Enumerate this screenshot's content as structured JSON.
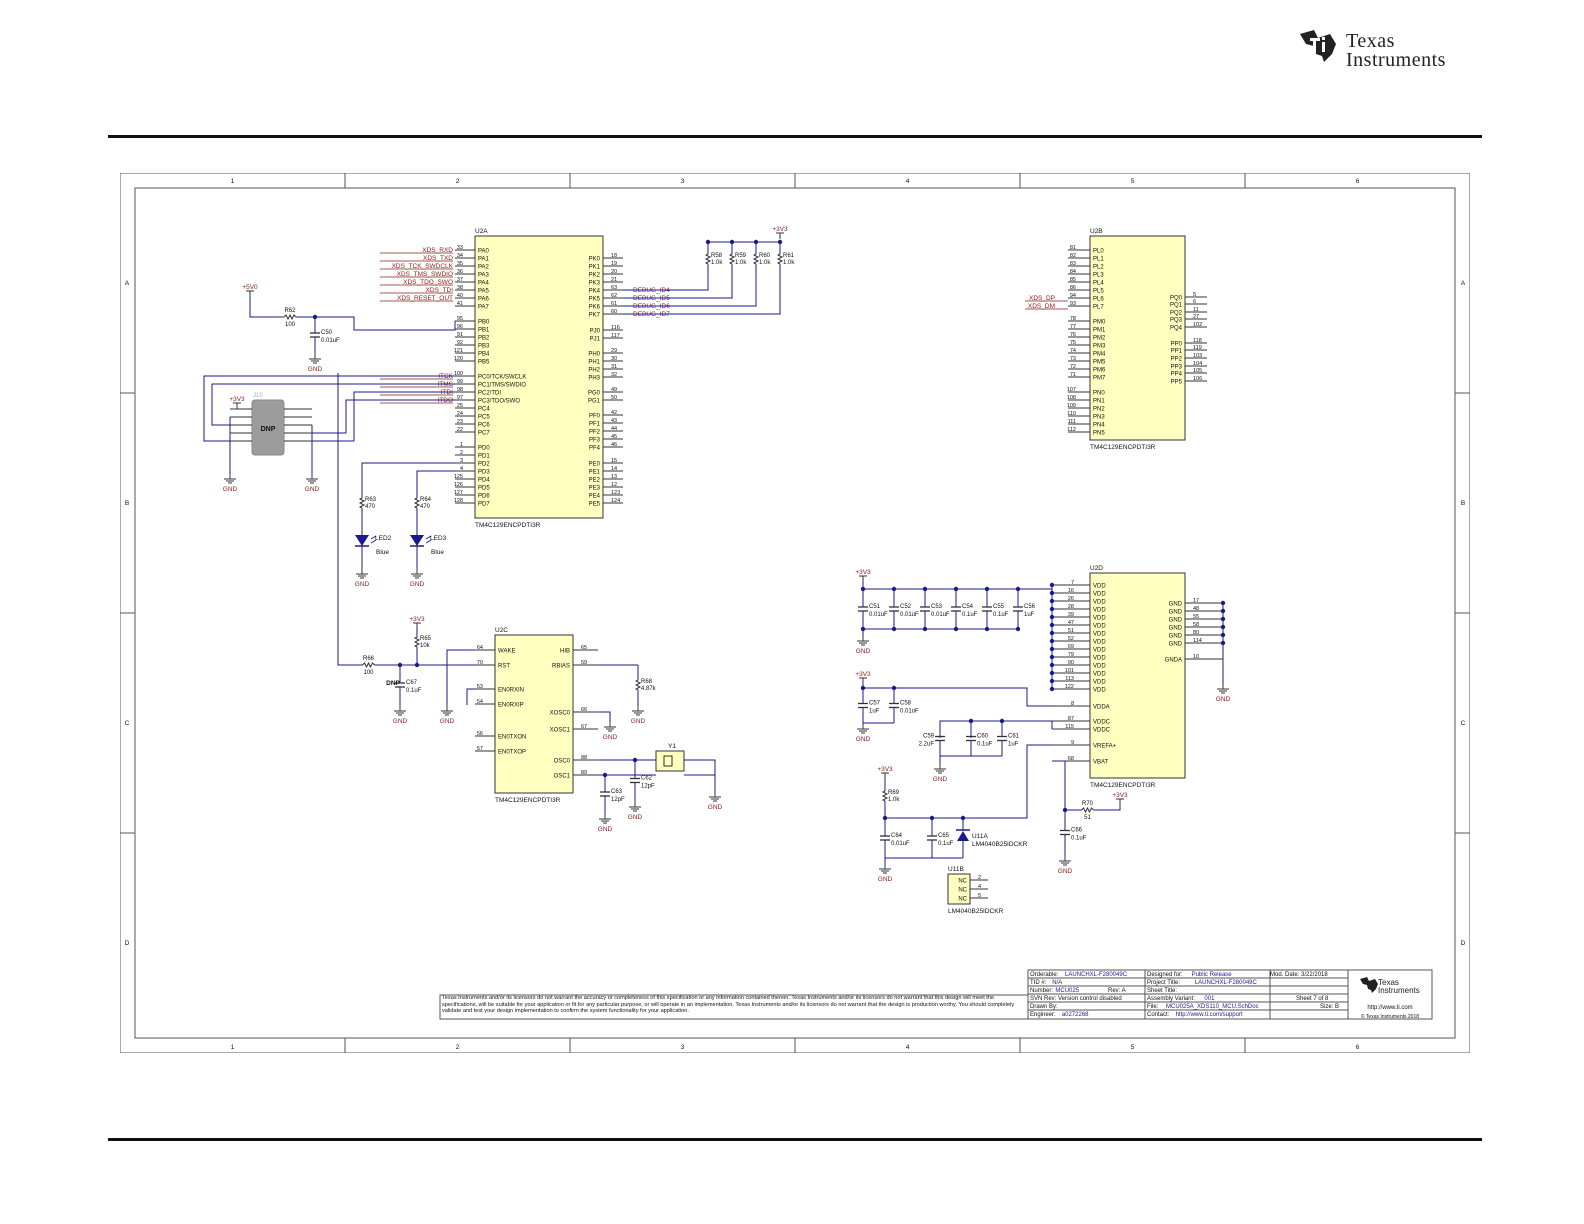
{
  "logo": {
    "line1": "Texas",
    "line2": "Instruments"
  },
  "grid": {
    "cols": [
      "1",
      "2",
      "3",
      "4",
      "5",
      "6"
    ],
    "rows": [
      "A",
      "B",
      "C",
      "D"
    ]
  },
  "u2a": {
    "ref": "U2A",
    "part": "TM4C129ENCPDTI3R",
    "left_pins": [
      {
        "num": "33",
        "name": "PA0",
        "net": "XDS_RXD"
      },
      {
        "num": "34",
        "name": "PA1",
        "net": "XDS_TXD"
      },
      {
        "num": "35",
        "name": "PA2",
        "net": "XDS_TCK_SWDCLK"
      },
      {
        "num": "36",
        "name": "PA3",
        "net": "XDS_TMS_SWDIO"
      },
      {
        "num": "37",
        "name": "PA4",
        "net": "XDS_TDO_SWO"
      },
      {
        "num": "38",
        "name": "PA5",
        "net": "XDS_TDI"
      },
      {
        "num": "40",
        "name": "PA6",
        "net": "XDS_RESET_OUT"
      },
      {
        "num": "41",
        "name": "PA7",
        "net": ""
      },
      {
        "num": "95",
        "name": "PB0",
        "net": ""
      },
      {
        "num": "96",
        "name": "PB1",
        "net": ""
      },
      {
        "num": "91",
        "name": "PB2",
        "net": ""
      },
      {
        "num": "92",
        "name": "PB3",
        "net": ""
      },
      {
        "num": "121",
        "name": "PB4",
        "net": ""
      },
      {
        "num": "120",
        "name": "PB5",
        "net": ""
      },
      {
        "num": "100",
        "name": "PC0/TCK/SWCLK",
        "net": "ITCK"
      },
      {
        "num": "99",
        "name": "PC1/TMS/SWDIO",
        "net": "ITMS"
      },
      {
        "num": "98",
        "name": "PC2/TDI",
        "net": "ITDI"
      },
      {
        "num": "97",
        "name": "PC3/TDO/SWO",
        "net": "ITDO"
      },
      {
        "num": "25",
        "name": "PC4",
        "net": ""
      },
      {
        "num": "24",
        "name": "PC5",
        "net": ""
      },
      {
        "num": "23",
        "name": "PC6",
        "net": ""
      },
      {
        "num": "22",
        "name": "PC7",
        "net": ""
      },
      {
        "num": "1",
        "name": "PD0",
        "net": ""
      },
      {
        "num": "2",
        "name": "PD1",
        "net": ""
      },
      {
        "num": "3",
        "name": "PD2",
        "net": ""
      },
      {
        "num": "4",
        "name": "PD3",
        "net": ""
      },
      {
        "num": "125",
        "name": "PD4",
        "net": ""
      },
      {
        "num": "126",
        "name": "PD5",
        "net": ""
      },
      {
        "num": "127",
        "name": "PD6",
        "net": ""
      },
      {
        "num": "128",
        "name": "PD7",
        "net": ""
      }
    ],
    "right_pins": [
      {
        "num": "18",
        "name": "PK0",
        "net": ""
      },
      {
        "num": "19",
        "name": "PK1",
        "net": ""
      },
      {
        "num": "20",
        "name": "PK2",
        "net": ""
      },
      {
        "num": "21",
        "name": "PK3",
        "net": ""
      },
      {
        "num": "63",
        "name": "PK4",
        "net": "DEBUG_ID4"
      },
      {
        "num": "62",
        "name": "PK5",
        "net": "DEBUG_ID5"
      },
      {
        "num": "61",
        "name": "PK6",
        "net": "DEBUG_ID6"
      },
      {
        "num": "60",
        "name": "PK7",
        "net": "DEBUG_ID7"
      },
      {
        "num": "116",
        "name": "PJ0",
        "net": ""
      },
      {
        "num": "117",
        "name": "PJ1",
        "net": ""
      },
      {
        "num": "29",
        "name": "PH0",
        "net": ""
      },
      {
        "num": "30",
        "name": "PH1",
        "net": ""
      },
      {
        "num": "31",
        "name": "PH2",
        "net": ""
      },
      {
        "num": "32",
        "name": "PH3",
        "net": ""
      },
      {
        "num": "49",
        "name": "PG0",
        "net": ""
      },
      {
        "num": "50",
        "name": "PG1",
        "net": ""
      },
      {
        "num": "42",
        "name": "PF0",
        "net": ""
      },
      {
        "num": "43",
        "name": "PF1",
        "net": ""
      },
      {
        "num": "44",
        "name": "PF2",
        "net": ""
      },
      {
        "num": "45",
        "name": "PF3",
        "net": ""
      },
      {
        "num": "46",
        "name": "PF4",
        "net": ""
      },
      {
        "num": "15",
        "name": "PE0",
        "net": ""
      },
      {
        "num": "14",
        "name": "PE1",
        "net": ""
      },
      {
        "num": "13",
        "name": "PE2",
        "net": ""
      },
      {
        "num": "12",
        "name": "PE3",
        "net": ""
      },
      {
        "num": "123",
        "name": "PE4",
        "net": ""
      },
      {
        "num": "124",
        "name": "PE5",
        "net": ""
      }
    ]
  },
  "u2b": {
    "ref": "U2B",
    "part": "TM4C129ENCPDTI3R",
    "left_pins": [
      {
        "num": "81",
        "name": "PL0",
        "net": ""
      },
      {
        "num": "82",
        "name": "PL1",
        "net": ""
      },
      {
        "num": "83",
        "name": "PL2",
        "net": ""
      },
      {
        "num": "84",
        "name": "PL3",
        "net": ""
      },
      {
        "num": "85",
        "name": "PL4",
        "net": ""
      },
      {
        "num": "86",
        "name": "PL5",
        "net": ""
      },
      {
        "num": "94",
        "name": "PL6",
        "net": "XDS_DP"
      },
      {
        "num": "93",
        "name": "PL7",
        "net": "XDS_DM"
      },
      {
        "num": "78",
        "name": "PM0",
        "net": ""
      },
      {
        "num": "77",
        "name": "PM1",
        "net": ""
      },
      {
        "num": "76",
        "name": "PM2",
        "net": ""
      },
      {
        "num": "75",
        "name": "PM3",
        "net": ""
      },
      {
        "num": "74",
        "name": "PM4",
        "net": ""
      },
      {
        "num": "73",
        "name": "PM5",
        "net": ""
      },
      {
        "num": "72",
        "name": "PM6",
        "net": ""
      },
      {
        "num": "71",
        "name": "PM7",
        "net": ""
      },
      {
        "num": "107",
        "name": "PN0",
        "net": ""
      },
      {
        "num": "108",
        "name": "PN1",
        "net": ""
      },
      {
        "num": "109",
        "name": "PN2",
        "net": ""
      },
      {
        "num": "110",
        "name": "PN3",
        "net": ""
      },
      {
        "num": "111",
        "name": "PN4",
        "net": ""
      },
      {
        "num": "112",
        "name": "PN5",
        "net": ""
      }
    ],
    "right_pins": [
      {
        "num": "5",
        "name": "PQ0"
      },
      {
        "num": "6",
        "name": "PQ1"
      },
      {
        "num": "11",
        "name": "PQ2"
      },
      {
        "num": "27",
        "name": "PQ3"
      },
      {
        "num": "102",
        "name": "PQ4"
      },
      {
        "num": "118",
        "name": "PP0"
      },
      {
        "num": "119",
        "name": "PP1"
      },
      {
        "num": "103",
        "name": "PP2"
      },
      {
        "num": "104",
        "name": "PP3"
      },
      {
        "num": "105",
        "name": "PP4"
      },
      {
        "num": "106",
        "name": "PP5"
      }
    ]
  },
  "u2c": {
    "ref": "U2C",
    "part": "TM4C129ENCPDTI3R",
    "left_pins": [
      {
        "num": "64",
        "name": "WAKE"
      },
      {
        "num": "70",
        "name": "RST"
      },
      {
        "num": "53",
        "name": "EN0RXIN"
      },
      {
        "num": "54",
        "name": "EN0RXIP"
      },
      {
        "num": "56",
        "name": "EN0TXON"
      },
      {
        "num": "57",
        "name": "EN0TXOP"
      }
    ],
    "right_pins": [
      {
        "num": "65",
        "name": "HIB"
      },
      {
        "num": "59",
        "name": "RBIAS"
      },
      {
        "num": "66",
        "name": "XOSC0"
      },
      {
        "num": "67",
        "name": "XOSC1"
      },
      {
        "num": "88",
        "name": "OSC0"
      },
      {
        "num": "89",
        "name": "OSC1"
      }
    ]
  },
  "u2d": {
    "ref": "U2D",
    "part": "TM4C129ENCPDTI3R",
    "vdd_pins": [
      "7",
      "16",
      "26",
      "28",
      "39",
      "47",
      "51",
      "52",
      "69",
      "79",
      "90",
      "101",
      "113",
      "122"
    ],
    "vdd_name": "VDD",
    "gnd_pins": [
      "17",
      "48",
      "55",
      "58",
      "80",
      "114"
    ],
    "gnd_name": "GND",
    "gnda": {
      "num": "10",
      "name": "GNDA"
    },
    "vdda": {
      "num": "8",
      "name": "VDDA"
    },
    "vddc": [
      {
        "num": "87",
        "name": "VDDC"
      },
      {
        "num": "115",
        "name": "VDDC"
      }
    ],
    "vrefa": {
      "num": "9",
      "name": "VREFA+"
    },
    "vbat": {
      "num": "68",
      "name": "VBAT"
    }
  },
  "nets": {
    "v33": "+3V3",
    "v5": "+5V0",
    "gnd": "GND"
  },
  "pullups": [
    {
      "ref": "R58",
      "val": "1.0k"
    },
    {
      "ref": "R59",
      "val": "1.0k"
    },
    {
      "ref": "R60",
      "val": "1.0k"
    },
    {
      "ref": "R61",
      "val": "1.0k"
    }
  ],
  "parts": {
    "r62": {
      "ref": "R62",
      "val": "100"
    },
    "c50": {
      "ref": "C50",
      "val": "0.01uF"
    },
    "j10": {
      "ref": "J10",
      "label": "DNP"
    },
    "r63": {
      "ref": "R63",
      "val": "470"
    },
    "r64": {
      "ref": "R64",
      "val": "470"
    },
    "led2": {
      "ref": "LED2",
      "val": "Blue"
    },
    "led3": {
      "ref": "LED3",
      "val": "Blue"
    },
    "r65": {
      "ref": "R65",
      "val": "10k"
    },
    "r66": {
      "ref": "R66",
      "val": "100"
    },
    "c67": {
      "ref": "C67",
      "val": "0.1uF",
      "label": "DNP"
    },
    "r68": {
      "ref": "R68",
      "val": "4.87k"
    },
    "y1": {
      "ref": "Y1"
    },
    "c63": {
      "ref": "C63",
      "val": "12pF"
    },
    "c62": {
      "ref": "C62",
      "val": "12pF"
    },
    "decap": [
      {
        "ref": "C51",
        "val": "0.01uF"
      },
      {
        "ref": "C52",
        "val": "0.01uF"
      },
      {
        "ref": "C53",
        "val": "0.01uF"
      },
      {
        "ref": "C54",
        "val": "0.1uF"
      },
      {
        "ref": "C55",
        "val": "0.1uF"
      },
      {
        "ref": "C56",
        "val": "1uF"
      }
    ],
    "c57": {
      "ref": "C57",
      "val": "1uF"
    },
    "c58": {
      "ref": "C58",
      "val": "0.01uF"
    },
    "c59": {
      "ref": "C59",
      "val": "2.2uF"
    },
    "c60": {
      "ref": "C60",
      "val": "0.1uF"
    },
    "c61": {
      "ref": "C61",
      "val": "1uF"
    },
    "r69": {
      "ref": "R69",
      "val": "1.0k"
    },
    "c64": {
      "ref": "C64",
      "val": "0.01uF"
    },
    "c65": {
      "ref": "C65",
      "val": "0.1uF"
    },
    "u11a": {
      "ref": "U11A",
      "part": "LM4040B25IDCKR"
    },
    "u11b": {
      "ref": "U11B",
      "part": "LM4040B25IDCKR",
      "pins": [
        {
          "num": "2",
          "name": "NC"
        },
        {
          "num": "4",
          "name": "NC"
        },
        {
          "num": "5",
          "name": "NC"
        }
      ]
    },
    "r70": {
      "ref": "R70",
      "val": "51"
    },
    "c66": {
      "ref": "C66",
      "val": "0.1uF"
    }
  },
  "title_block": {
    "disclaimer": "Texas Instruments and/or its licensors do not warrant the accuracy or completeness of this specification or any information contained therein. Texas Instruments and/or its licensors do not warrant that this design will meet the specifications, will be suitable for your application or fit for any particular purpose, or will operate in an implementation. Texas Instruments and/or its licensors do not warrant that the design is production worthy. You should completely validate and test your design implementation to confirm the system functionality for your application.",
    "orderable_label": "Orderable:",
    "orderable": "LAUNCHXL-F280049C",
    "designed_for_label": "Designed for:",
    "designed_for": "Public Release",
    "mod_date_label": "Mod. Date:",
    "mod_date": "3/22/2018",
    "tid_label": "TID #:",
    "tid": "N/A",
    "project_title_label": "Project Title:",
    "project_title": "LAUNCHXL-F280049C",
    "number_label": "Number:",
    "number": "MCU025",
    "rev_label": "Rev:",
    "rev": "A",
    "sheet_title_label": "Sheet Title:",
    "sheet_title": "",
    "svn_label": "SVN Rev:",
    "svn": "Version control disabled",
    "variant_label": "Assembly Variant:",
    "variant": "001",
    "sheet_label": "Sheet",
    "sheet": "7",
    "of_label": "of",
    "sheet_total": "8",
    "drawn_label": "Drawn By:",
    "drawn": "",
    "file_label": "File:",
    "file": "MCU025A_XDS110_MCU.SchDoc",
    "size_label": "Size:",
    "size": "B",
    "engineer_label": "Engineer:",
    "engineer": "a0272268",
    "contact_label": "Contact:",
    "contact": "http://www.ti.com/support",
    "ti_line1": "Texas",
    "ti_line2": "Instruments",
    "ti_url": "http://www.ti.com",
    "copyright": "© Texas Instruments 2018"
  },
  "colors": {
    "chip": "#ffffc0",
    "net": "#8b1a1a",
    "wire": "#1a1a8c",
    "line": "#333333",
    "dnp": "#9c9c9c"
  }
}
